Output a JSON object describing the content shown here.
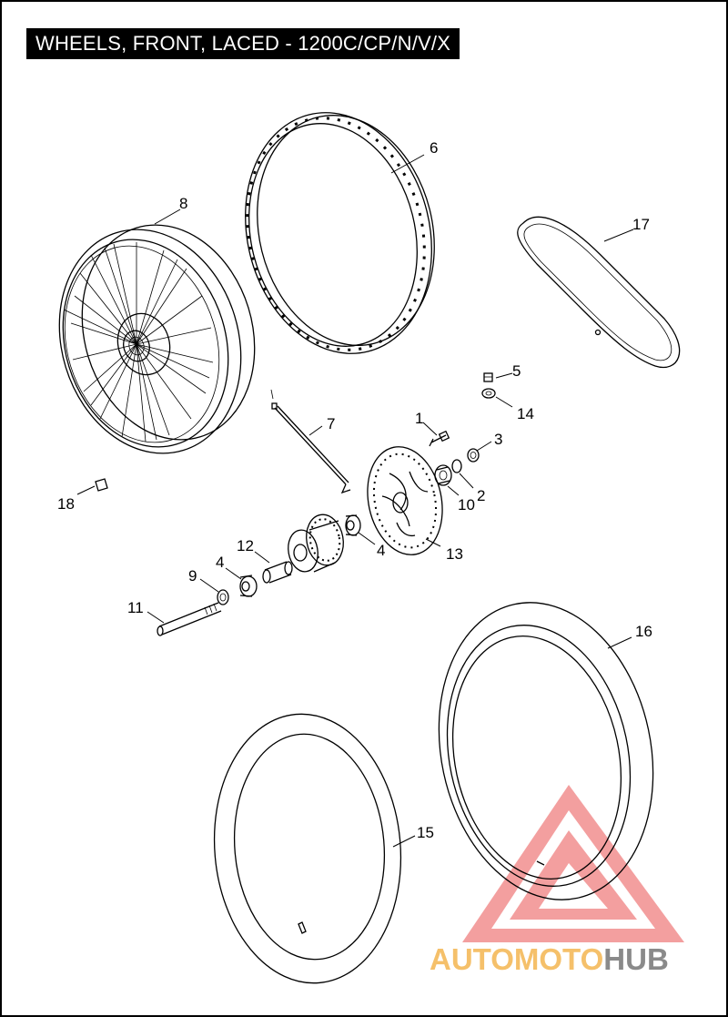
{
  "title": "WHEELS, FRONT, LACED - 1200C/CP/N/V/X",
  "callouts": {
    "c1": "1",
    "c2": "2",
    "c3": "3",
    "c4a": "4",
    "c4b": "4",
    "c5": "5",
    "c6": "6",
    "c7": "7",
    "c8": "8",
    "c9": "9",
    "c10": "10",
    "c11": "11",
    "c12": "12",
    "c13": "13",
    "c14": "14",
    "c15": "15",
    "c16": "16",
    "c17": "17",
    "c18": "18"
  },
  "watermark": {
    "part1": "AUTOMOTO",
    "part2": "HUB",
    "color1": "#f5c06a",
    "color2": "#8a8a8a",
    "logo_color": "#f08080"
  }
}
